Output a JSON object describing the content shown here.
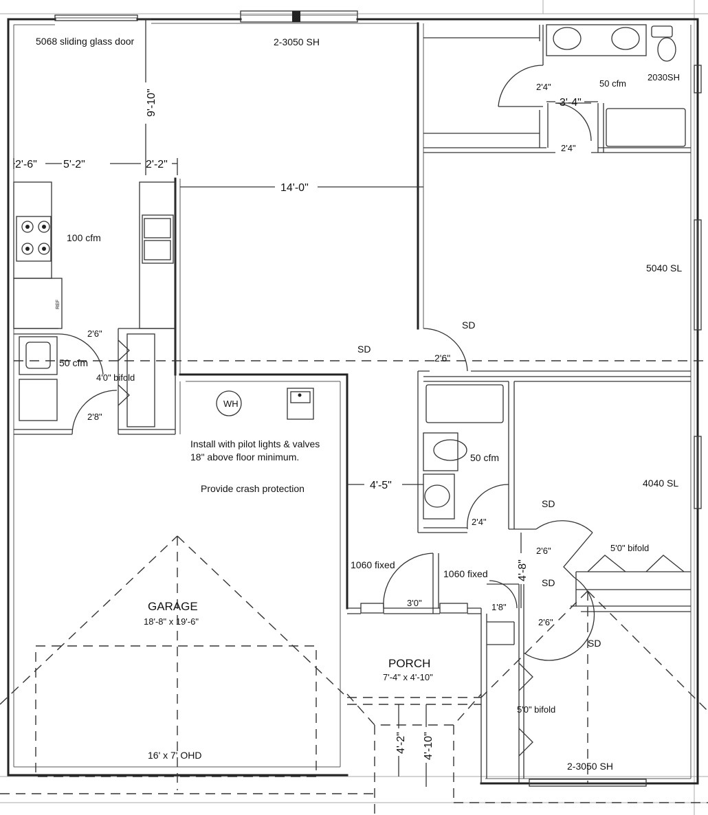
{
  "rooms": {
    "garage": {
      "name": "GARAGE",
      "size": "18'-8\" x 19'-6\""
    },
    "porch": {
      "name": "PORCH",
      "size": "7'-4\" x 4'-10\""
    }
  },
  "notes": {
    "install": "Install with pilot lights & valves",
    "install2": "18\" above floor minimum.",
    "crash": "Provide crash protection"
  },
  "windows": {
    "sliding": "5068 sliding glass door",
    "top_sh": "2-3050 SH",
    "bath_sh": "2030SH",
    "sl_5040": "5040 SL",
    "sl_4040": "4040 SL",
    "fixed1": "1060 fixed",
    "fixed2": "1060 fixed",
    "bottom_sh": "2-3050 SH",
    "ohd": "16' x 7' OHD"
  },
  "fans": {
    "kitchen": "100 cfm",
    "laundry": "50 cfm",
    "master_bath": "50 cfm",
    "hall_bath": "50 cfm"
  },
  "doors": {
    "d_2_4_top": "2'4\"",
    "d_2_4_mid": "2'4\"",
    "d_2_6_kit": "2'6\"",
    "d_2_8": "2'8\"",
    "bifold_4": "4'0\" bifold",
    "d_2_6_bed": "2'6\"",
    "d_2_4_bath": "2'4\"",
    "d_2_6_r1": "2'6\"",
    "d_2_6_r2": "2'6\"",
    "bifold_5a": "5'0\" bifold",
    "bifold_5b": "5'0\" bifold",
    "d_3_0": "3'0\"",
    "d_1_8": "1'8\""
  },
  "smoke": {
    "sd1": "SD",
    "sd2": "SD",
    "sd3": "SD",
    "sd4": "SD",
    "sd5": "SD"
  },
  "dimensions": {
    "d_9_10": "9'-10\"",
    "d_2_6": "2'-6\"",
    "d_5_2": "5'-2\"",
    "d_2_2": "2'-2\"",
    "d_14_0": "14'-0\"",
    "d_3_4": "3'-4\"",
    "d_4_5": "4'-5\"",
    "d_4_8": "4'-8\"",
    "d_4_2": "4'-2\"",
    "d_4_10": "4'-10\""
  },
  "fixtures": {
    "wh": "WH",
    "ref": "REF"
  }
}
